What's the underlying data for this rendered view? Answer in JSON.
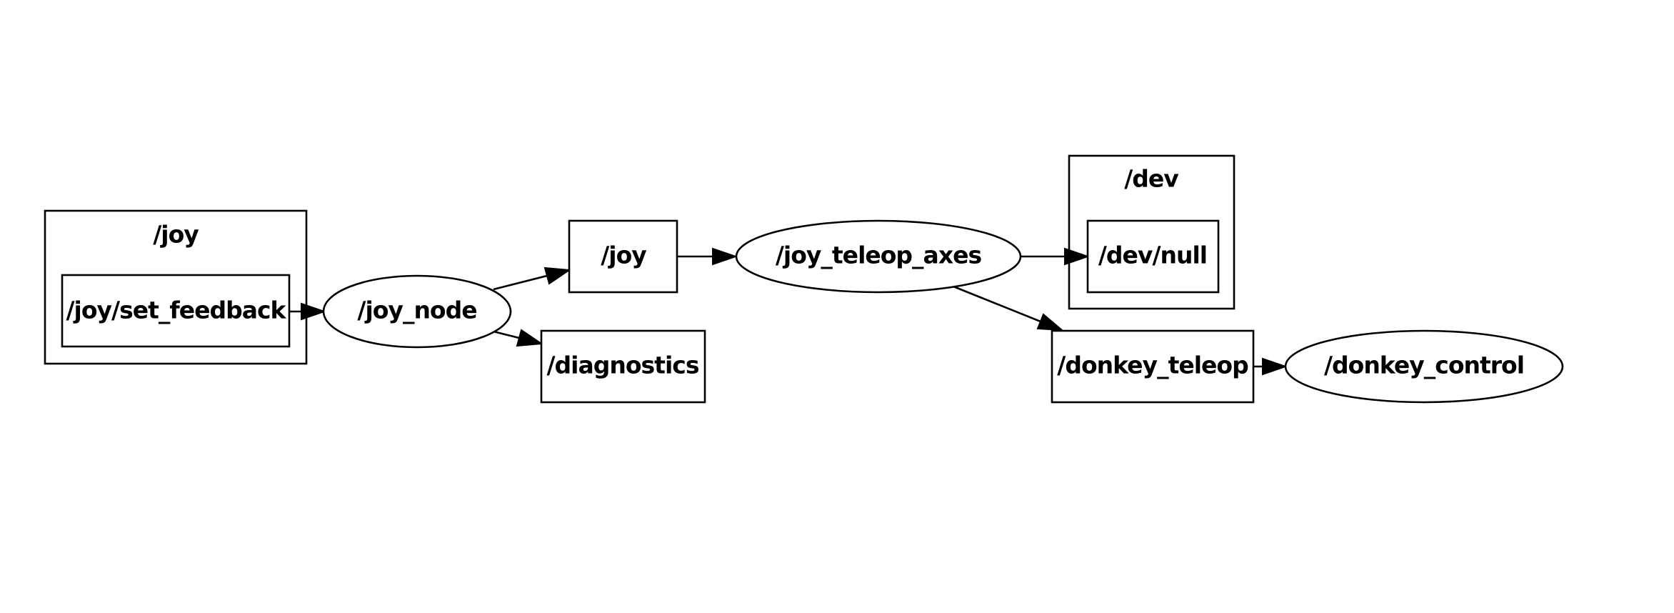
{
  "clusters": {
    "joy": {
      "label": "/joy"
    },
    "dev": {
      "label": "/dev"
    }
  },
  "topics": {
    "joy_set_feedback": "/joy/set_feedback",
    "joy": "/joy",
    "diagnostics": "/diagnostics",
    "dev_null": "/dev/null",
    "donkey_teleop": "/donkey_teleop"
  },
  "nodes": {
    "joy_node": "/joy_node",
    "joy_teleop_axes": "/joy_teleop_axes",
    "donkey_control": "/donkey_control"
  },
  "edges": [
    {
      "from": "/joy/set_feedback",
      "to": "/joy_node"
    },
    {
      "from": "/joy_node",
      "to": "/joy"
    },
    {
      "from": "/joy_node",
      "to": "/diagnostics"
    },
    {
      "from": "/joy",
      "to": "/joy_teleop_axes"
    },
    {
      "from": "/joy_teleop_axes",
      "to": "/dev/null"
    },
    {
      "from": "/joy_teleop_axes",
      "to": "/donkey_teleop"
    },
    {
      "from": "/donkey_teleop",
      "to": "/donkey_control"
    }
  ]
}
